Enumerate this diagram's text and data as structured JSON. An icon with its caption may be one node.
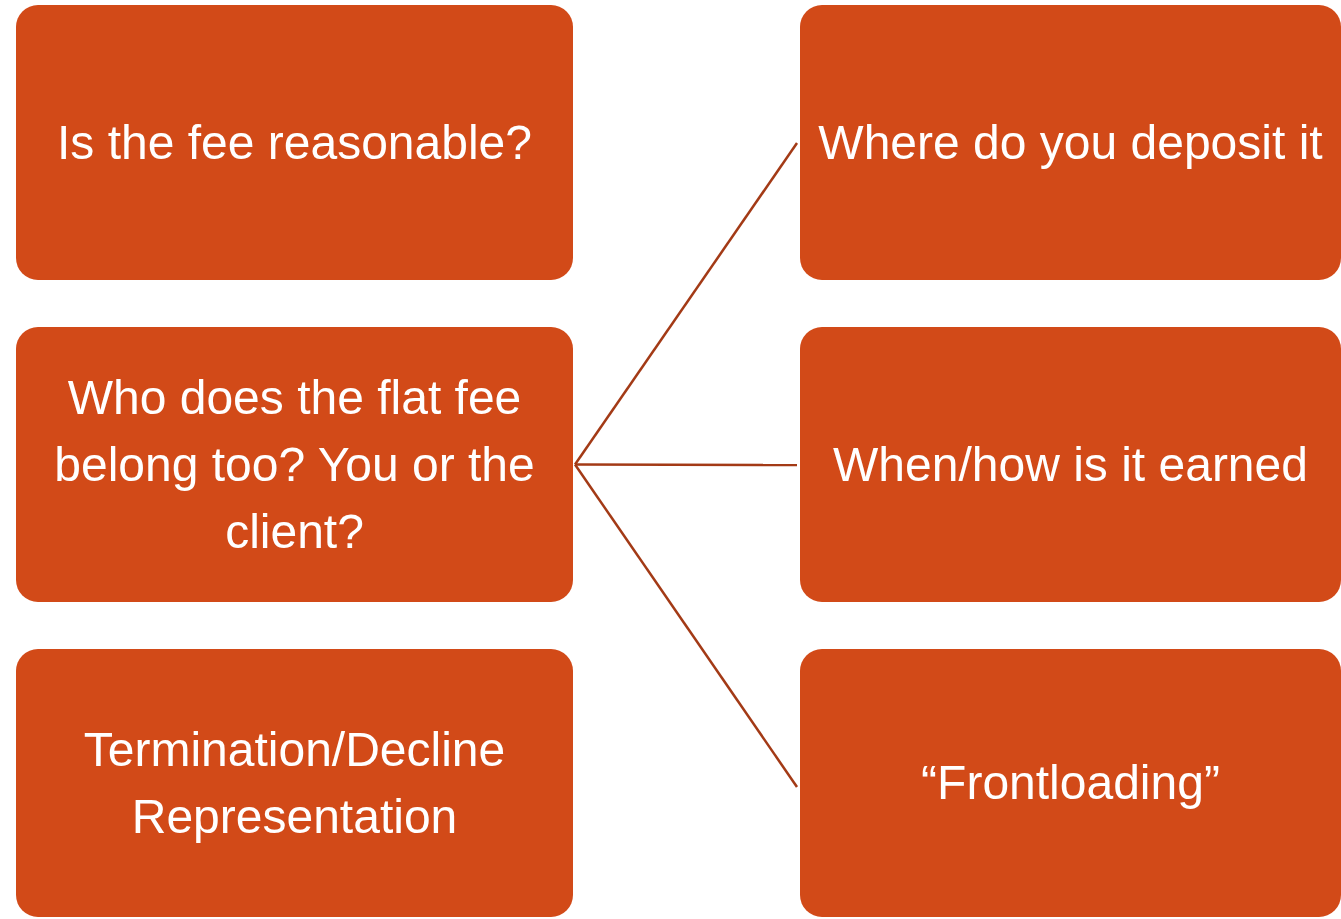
{
  "diagram": {
    "nodes": [
      {
        "text": [
          "Is the fee reasonable?"
        ]
      },
      {
        "text": [
          "Where do you deposit it"
        ]
      },
      {
        "text": [
          "Who does the flat fee belong too? You or the client?"
        ]
      },
      {
        "text": [
          "When/how is it earned"
        ]
      },
      {
        "text": [
          "Termination/Decline Representation"
        ]
      },
      {
        "text": [
          "“Frontloading”"
        ]
      }
    ],
    "edges": [
      {
        "from": 2,
        "to": 1,
        "arrow": "none"
      },
      {
        "from": 2,
        "to": 3,
        "arrow": "none"
      },
      {
        "from": 2,
        "to": 5,
        "arrow": "none"
      }
    ]
  }
}
